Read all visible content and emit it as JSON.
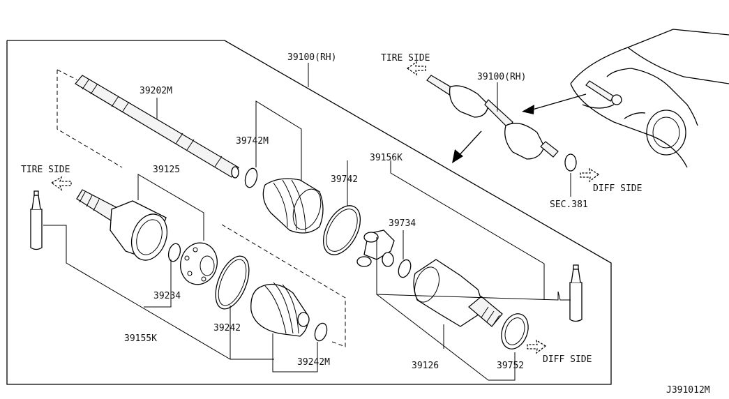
{
  "labels": {
    "assembly_rh": "39100(RH)",
    "assembly_rh_inset": "39100(RH)",
    "shaft": "39202M",
    "outer_joint": "39125",
    "snap_ring_outer": "39234",
    "joint_kit": "39155K",
    "boot_band_outer": "39242",
    "boot_band_small_outer": "39242M",
    "boot_band_small_inner": "39742M",
    "boot_band_inner": "39742",
    "inner_kit": "39156K",
    "snap_ring_inner": "39734",
    "inner_housing": "39126",
    "dust_seal": "39752",
    "section_ref": "SEC.381"
  },
  "directions": {
    "tire_side_left": "TIRE SIDE",
    "tire_side_inset": "TIRE SIDE",
    "diff_side_bottom": "DIFF SIDE",
    "diff_side_inset": "DIFF SIDE"
  },
  "diagram_code": "J391012M"
}
